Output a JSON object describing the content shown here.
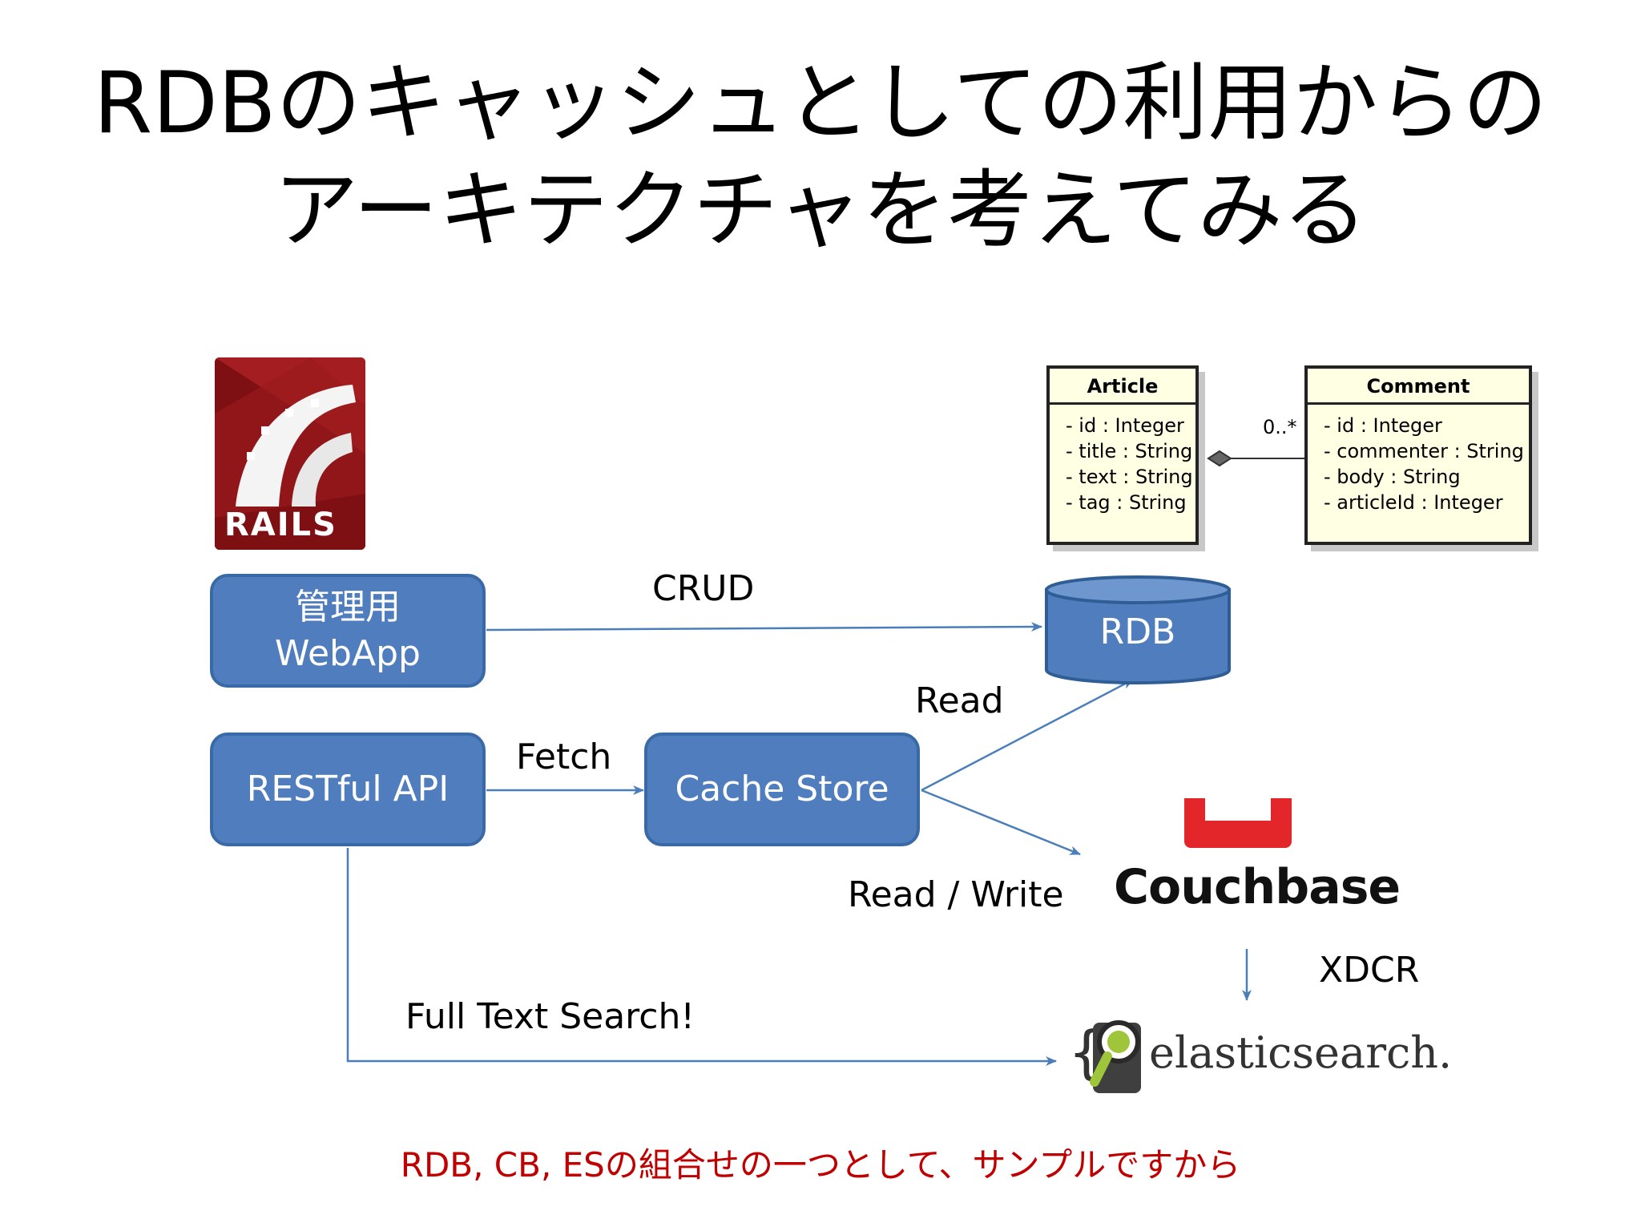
{
  "title": {
    "line1": "RDBのキャッシュとしての利用からの",
    "line2": "アーキテクチャを考えてみる"
  },
  "nodes": {
    "admin_line1": "管理用",
    "admin_line2": "WebApp",
    "api": "RESTful API",
    "cache": "Cache Store",
    "rdb": "RDB",
    "couchbase": "Couchbase",
    "elasticsearch": "elasticsearch.",
    "rails": "RAILS"
  },
  "edges": {
    "crud": "CRUD",
    "fetch": "Fetch",
    "read": "Read",
    "read_write": "Read / Write",
    "xdcr": "XDCR",
    "full_text": "Full Text Search!"
  },
  "uml": {
    "article": {
      "name": "Article",
      "fields": [
        "- id : Integer",
        "- title : String",
        "- text : String",
        "- tag : String"
      ]
    },
    "comment": {
      "name": "Comment",
      "fields": [
        "- id : Integer",
        "- commenter : String",
        "- body : String",
        "- articleId : Integer"
      ]
    },
    "multiplicity": "0..*"
  },
  "footer": "RDB, CB, ESの組合せの一つとして、サンプルですから",
  "colors": {
    "box_fill": "#4f7dbe",
    "arrow": "#4a7ebb",
    "footer": "#c00000",
    "couchbase_red": "#e2262a"
  }
}
